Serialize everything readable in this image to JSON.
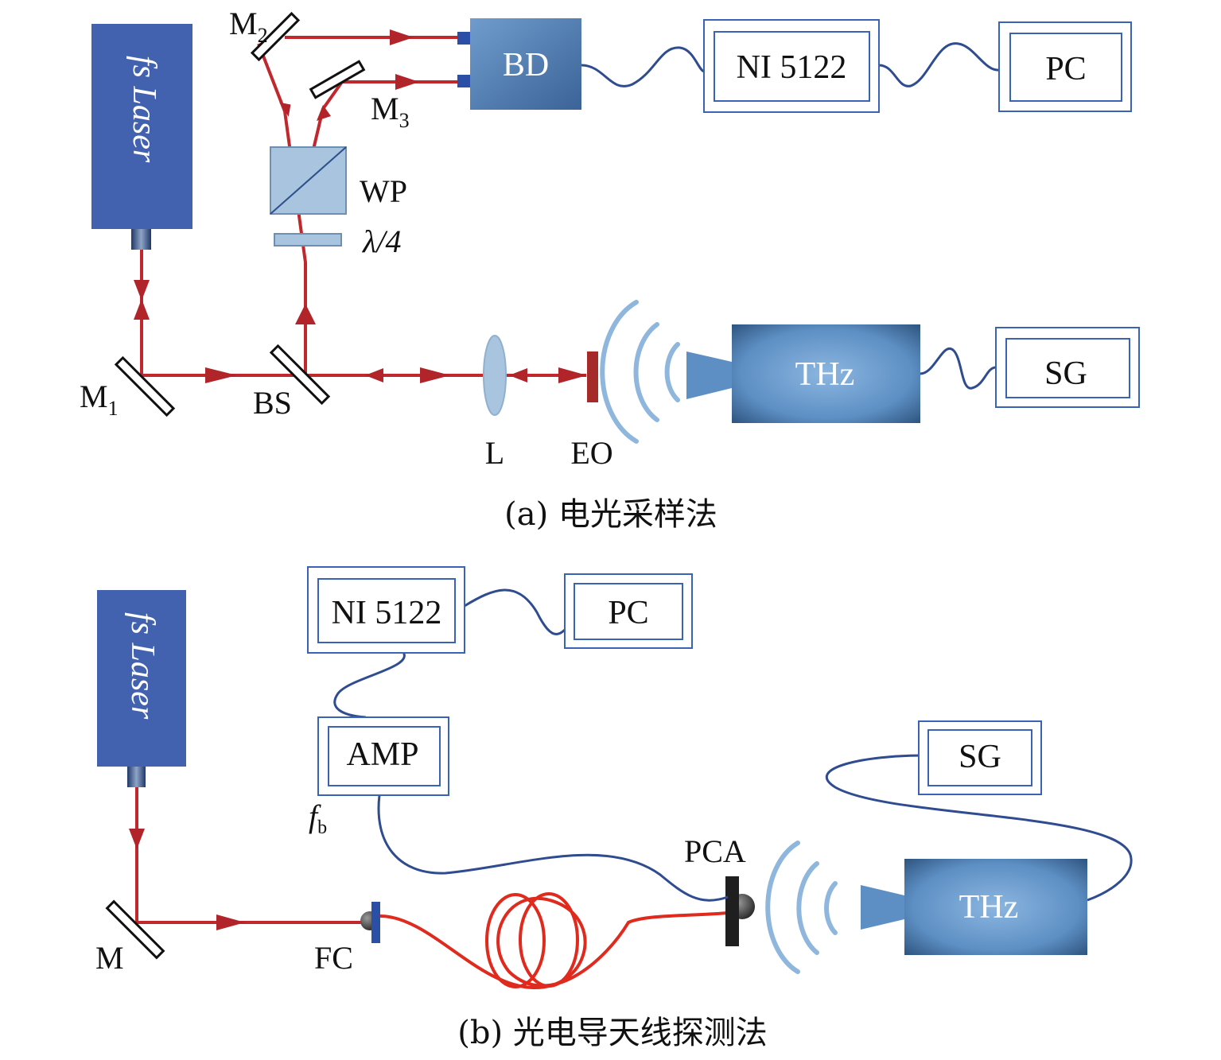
{
  "panel_a": {
    "laser_label": "fs Laser",
    "m1_label": "M",
    "m1_sub": "1",
    "m2_label": "M",
    "m2_sub": "2",
    "m3_label": "M",
    "m3_sub": "3",
    "bs_label": "BS",
    "wp_label": "WP",
    "qwp_label": "λ/4",
    "lens_label": "L",
    "eo_label": "EO",
    "bd_label": "BD",
    "ni_label": "NI 5122",
    "pc_label": "PC",
    "thz_label": "THz",
    "sg_label": "SG",
    "caption": "(a) 电光采样法"
  },
  "panel_b": {
    "laser_label": "fs Laser",
    "m_label": "M",
    "fc_label": "FC",
    "ni_label": "NI 5122",
    "pc_label": "PC",
    "amp_label": "AMP",
    "fb_label": "f",
    "fb_sub": "b",
    "pca_label": "PCA",
    "thz_label": "THz",
    "sg_label": "SG",
    "caption": "(b) 光电导天线探测法"
  },
  "colors": {
    "beam": "#c0282d",
    "arrow": "#b0242a",
    "laser_box": "#4262b0",
    "wire": "#2e4c8f",
    "wave": "#8fb6dc",
    "fiber": "#e02a1e"
  }
}
